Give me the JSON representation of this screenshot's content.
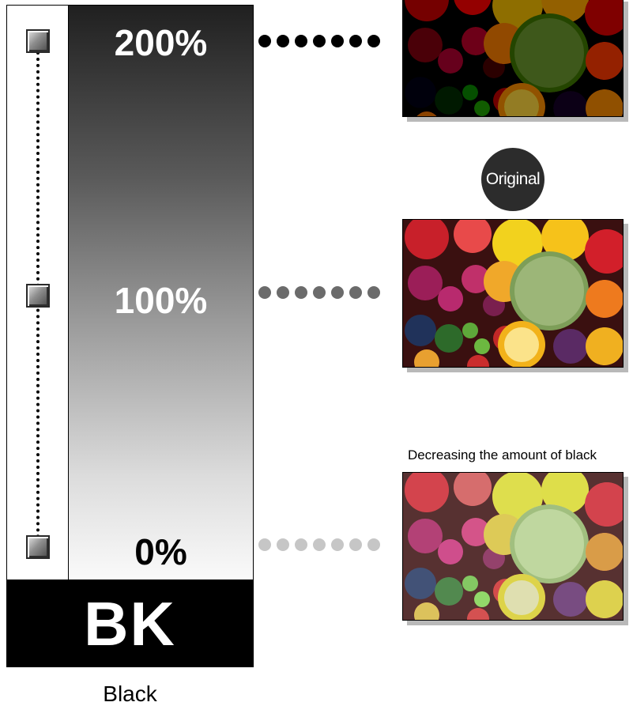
{
  "levels": {
    "high": "200%",
    "mid": "100%",
    "low": "0%"
  },
  "channel": {
    "code": "BK",
    "name": "Black"
  },
  "samples": {
    "original_badge": "Original",
    "decrease_caption": "Decreasing the amount of black"
  },
  "icons": {
    "handle": "slider-handle-icon"
  },
  "colors": {
    "dots_high": "#000000",
    "dots_mid": "#6b6b6b",
    "dots_low": "#c6c6c6",
    "badge": "#2c2c2c"
  }
}
